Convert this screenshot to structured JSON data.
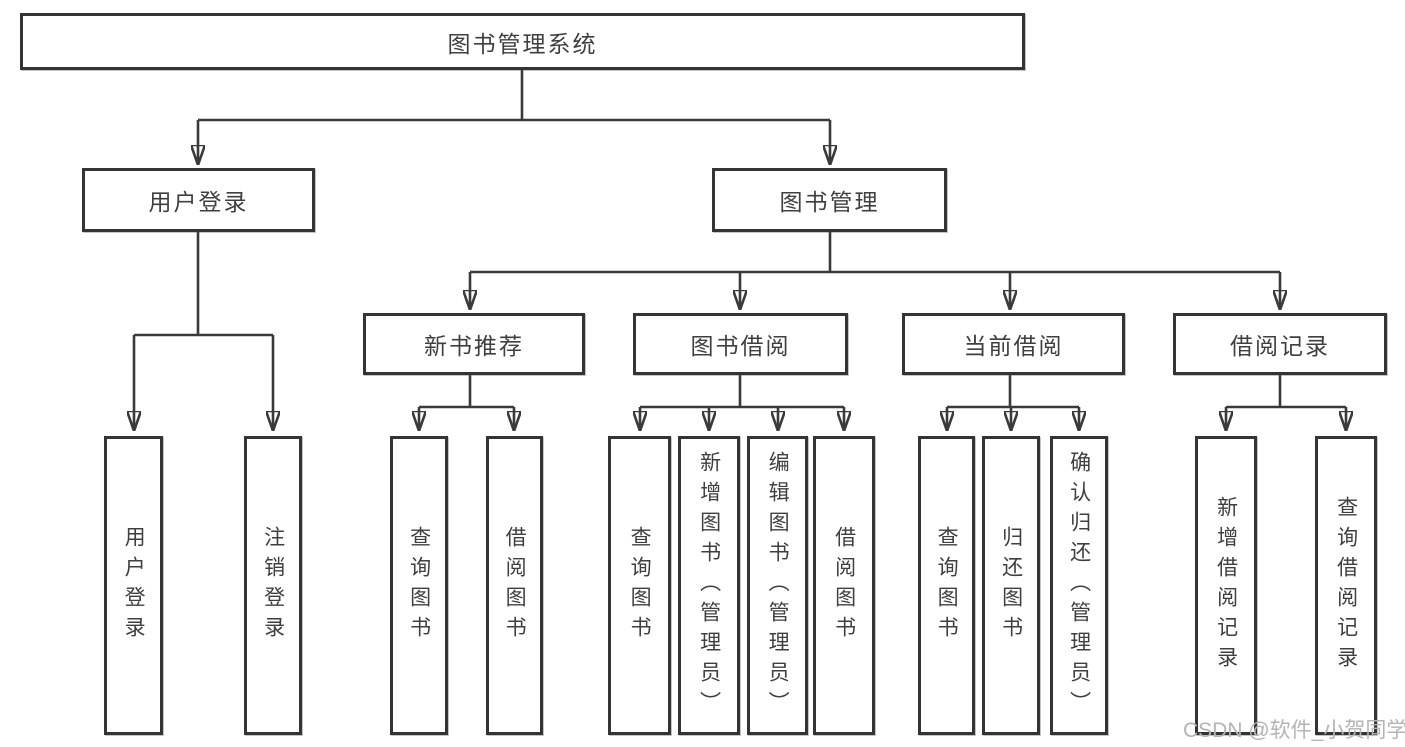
{
  "colors": {
    "line": "#3a3a3a",
    "border": "#343434",
    "text": "#3f3f3f",
    "watermark": "#b4b4b4",
    "bg": "#ffffff"
  },
  "nodes": {
    "root": "图书管理系统",
    "level2": {
      "user_login": "用户登录",
      "book_management": "图书管理"
    },
    "level3": {
      "new_books": "新书推荐",
      "book_borrow": "图书借阅",
      "current_borrow": "当前借阅",
      "borrow_records": "借阅记录"
    },
    "leaves": {
      "user_login": "用户登录",
      "logout": "注销登录",
      "nb_query_books": "查询图书",
      "nb_borrow_books": "借阅图书",
      "bb_query_books": "查询图书",
      "bb_add_books": "新增图书（管理员）",
      "bb_edit_books": "编辑图书（管理员）",
      "bb_borrow_books": "借阅图书",
      "cb_query_books": "查询图书",
      "cb_return_books": "归还图书",
      "cb_confirm_return": "确认归还（管理员）",
      "br_add_record": "新增借阅记录",
      "br_query_record": "查询借阅记录"
    }
  },
  "watermark": "CSDN @软件_小贺同学"
}
